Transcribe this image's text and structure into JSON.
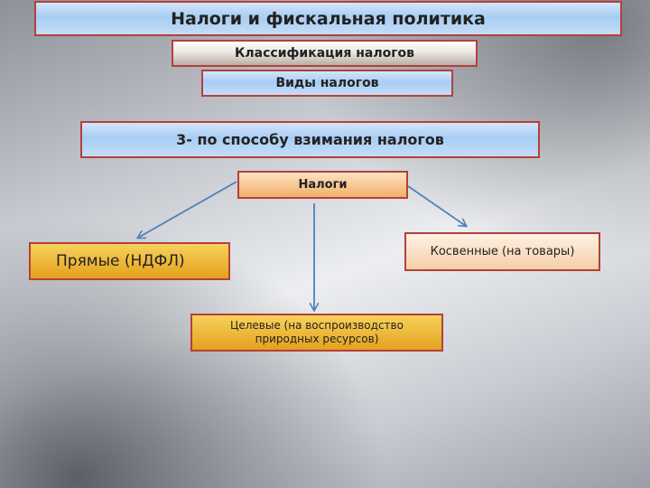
{
  "title": "Налоги и фискальная политика",
  "subtitle1": "Классификация налогов",
  "subtitle2": "Виды налогов",
  "method": "3- по способу взимания налогов",
  "nodes": {
    "root": "Налоги",
    "direct": "Прямые (НДФЛ)",
    "indirect": "Косвенные (на товары)",
    "targeted_line1": "Целевые (на воспроизводство",
    "targeted_line2": "природных ресурсов)"
  },
  "colors": {
    "arrow": "#4f81bd",
    "border": "#b5403a"
  }
}
